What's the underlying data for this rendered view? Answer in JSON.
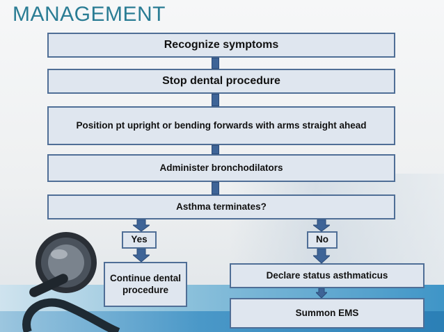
{
  "title": "MANAGEMENT",
  "steps": [
    "Recognize symptoms",
    "Stop dental procedure",
    "Position pt upright or bending forwards with arms straight ahead",
    "Administer bronchodilators",
    "Asthma terminates?"
  ],
  "branches": {
    "yes_label": "Yes",
    "no_label": "No",
    "yes_outcome": "Continue dental procedure",
    "no_outcome_1": "Declare status asthmaticus",
    "no_outcome_2": "Summon EMS"
  },
  "colors": {
    "title": "#2a7c94",
    "box_fill": "#dfe6ef",
    "box_border": "#4f6e96",
    "arrow": "#3e6497"
  }
}
